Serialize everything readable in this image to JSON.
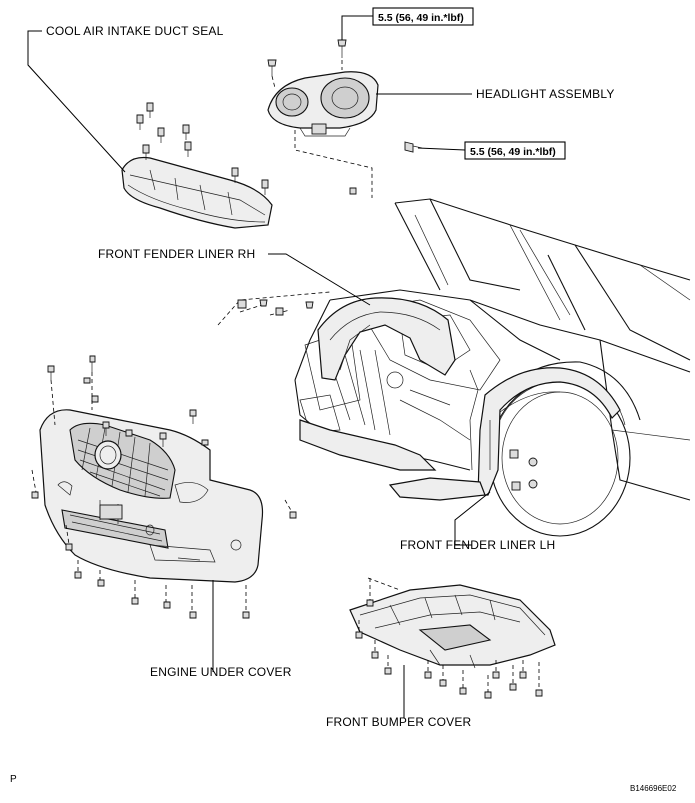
{
  "labels": {
    "cool_air_intake_duct_seal": "COOL AIR INTAKE DUCT SEAL",
    "headlight_assembly": "HEADLIGHT ASSEMBLY",
    "front_fender_liner_rh": "FRONT FENDER LINER RH",
    "front_fender_liner_lh": "FRONT FENDER LINER LH",
    "engine_under_cover": "ENGINE UNDER COVER",
    "front_bumper_cover": "FRONT BUMPER COVER"
  },
  "torque_specs": {
    "headlight_top": "5.5 (56, 49 in.*lbf)",
    "headlight_side": "5.5 (56, 49 in.*lbf)"
  },
  "corner_marks": {
    "page_letter": "P",
    "figure_code": "B146696E02"
  },
  "colors": {
    "line": "#000000",
    "part_fill": "#eeeeee",
    "background": "#ffffff"
  }
}
